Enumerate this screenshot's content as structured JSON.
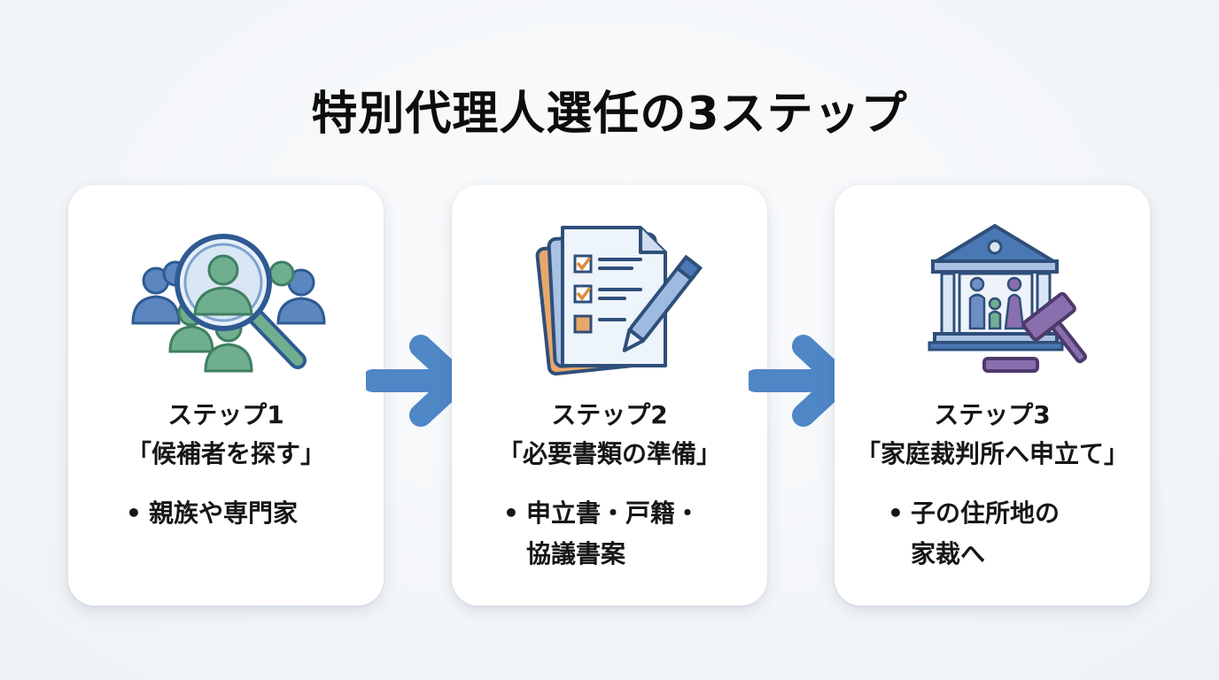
{
  "title": "特別代理人選任の3ステップ",
  "steps": [
    {
      "label": "ステップ1",
      "title": "「候補者を探す」",
      "bullet_mark": "•",
      "bullet_lines": [
        "親族や専門家"
      ],
      "icon": "candidate-search-icon"
    },
    {
      "label": "ステップ2",
      "title": "「必要書類の準備」",
      "bullet_mark": "•",
      "bullet_lines": [
        "申立書・戸籍・",
        "協議書案"
      ],
      "icon": "documents-checklist-icon"
    },
    {
      "label": "ステップ3",
      "title": "「家庭裁判所へ申立て」",
      "bullet_mark": "•",
      "bullet_lines": [
        "子の住所地の",
        "家裁へ"
      ],
      "icon": "family-court-icon"
    }
  ],
  "colors": {
    "arrow": "#4f86c6",
    "icon_blue": "#4a78b5",
    "icon_green": "#6fae8f",
    "icon_purple": "#8a6fae",
    "icon_orange": "#e9a86b"
  }
}
